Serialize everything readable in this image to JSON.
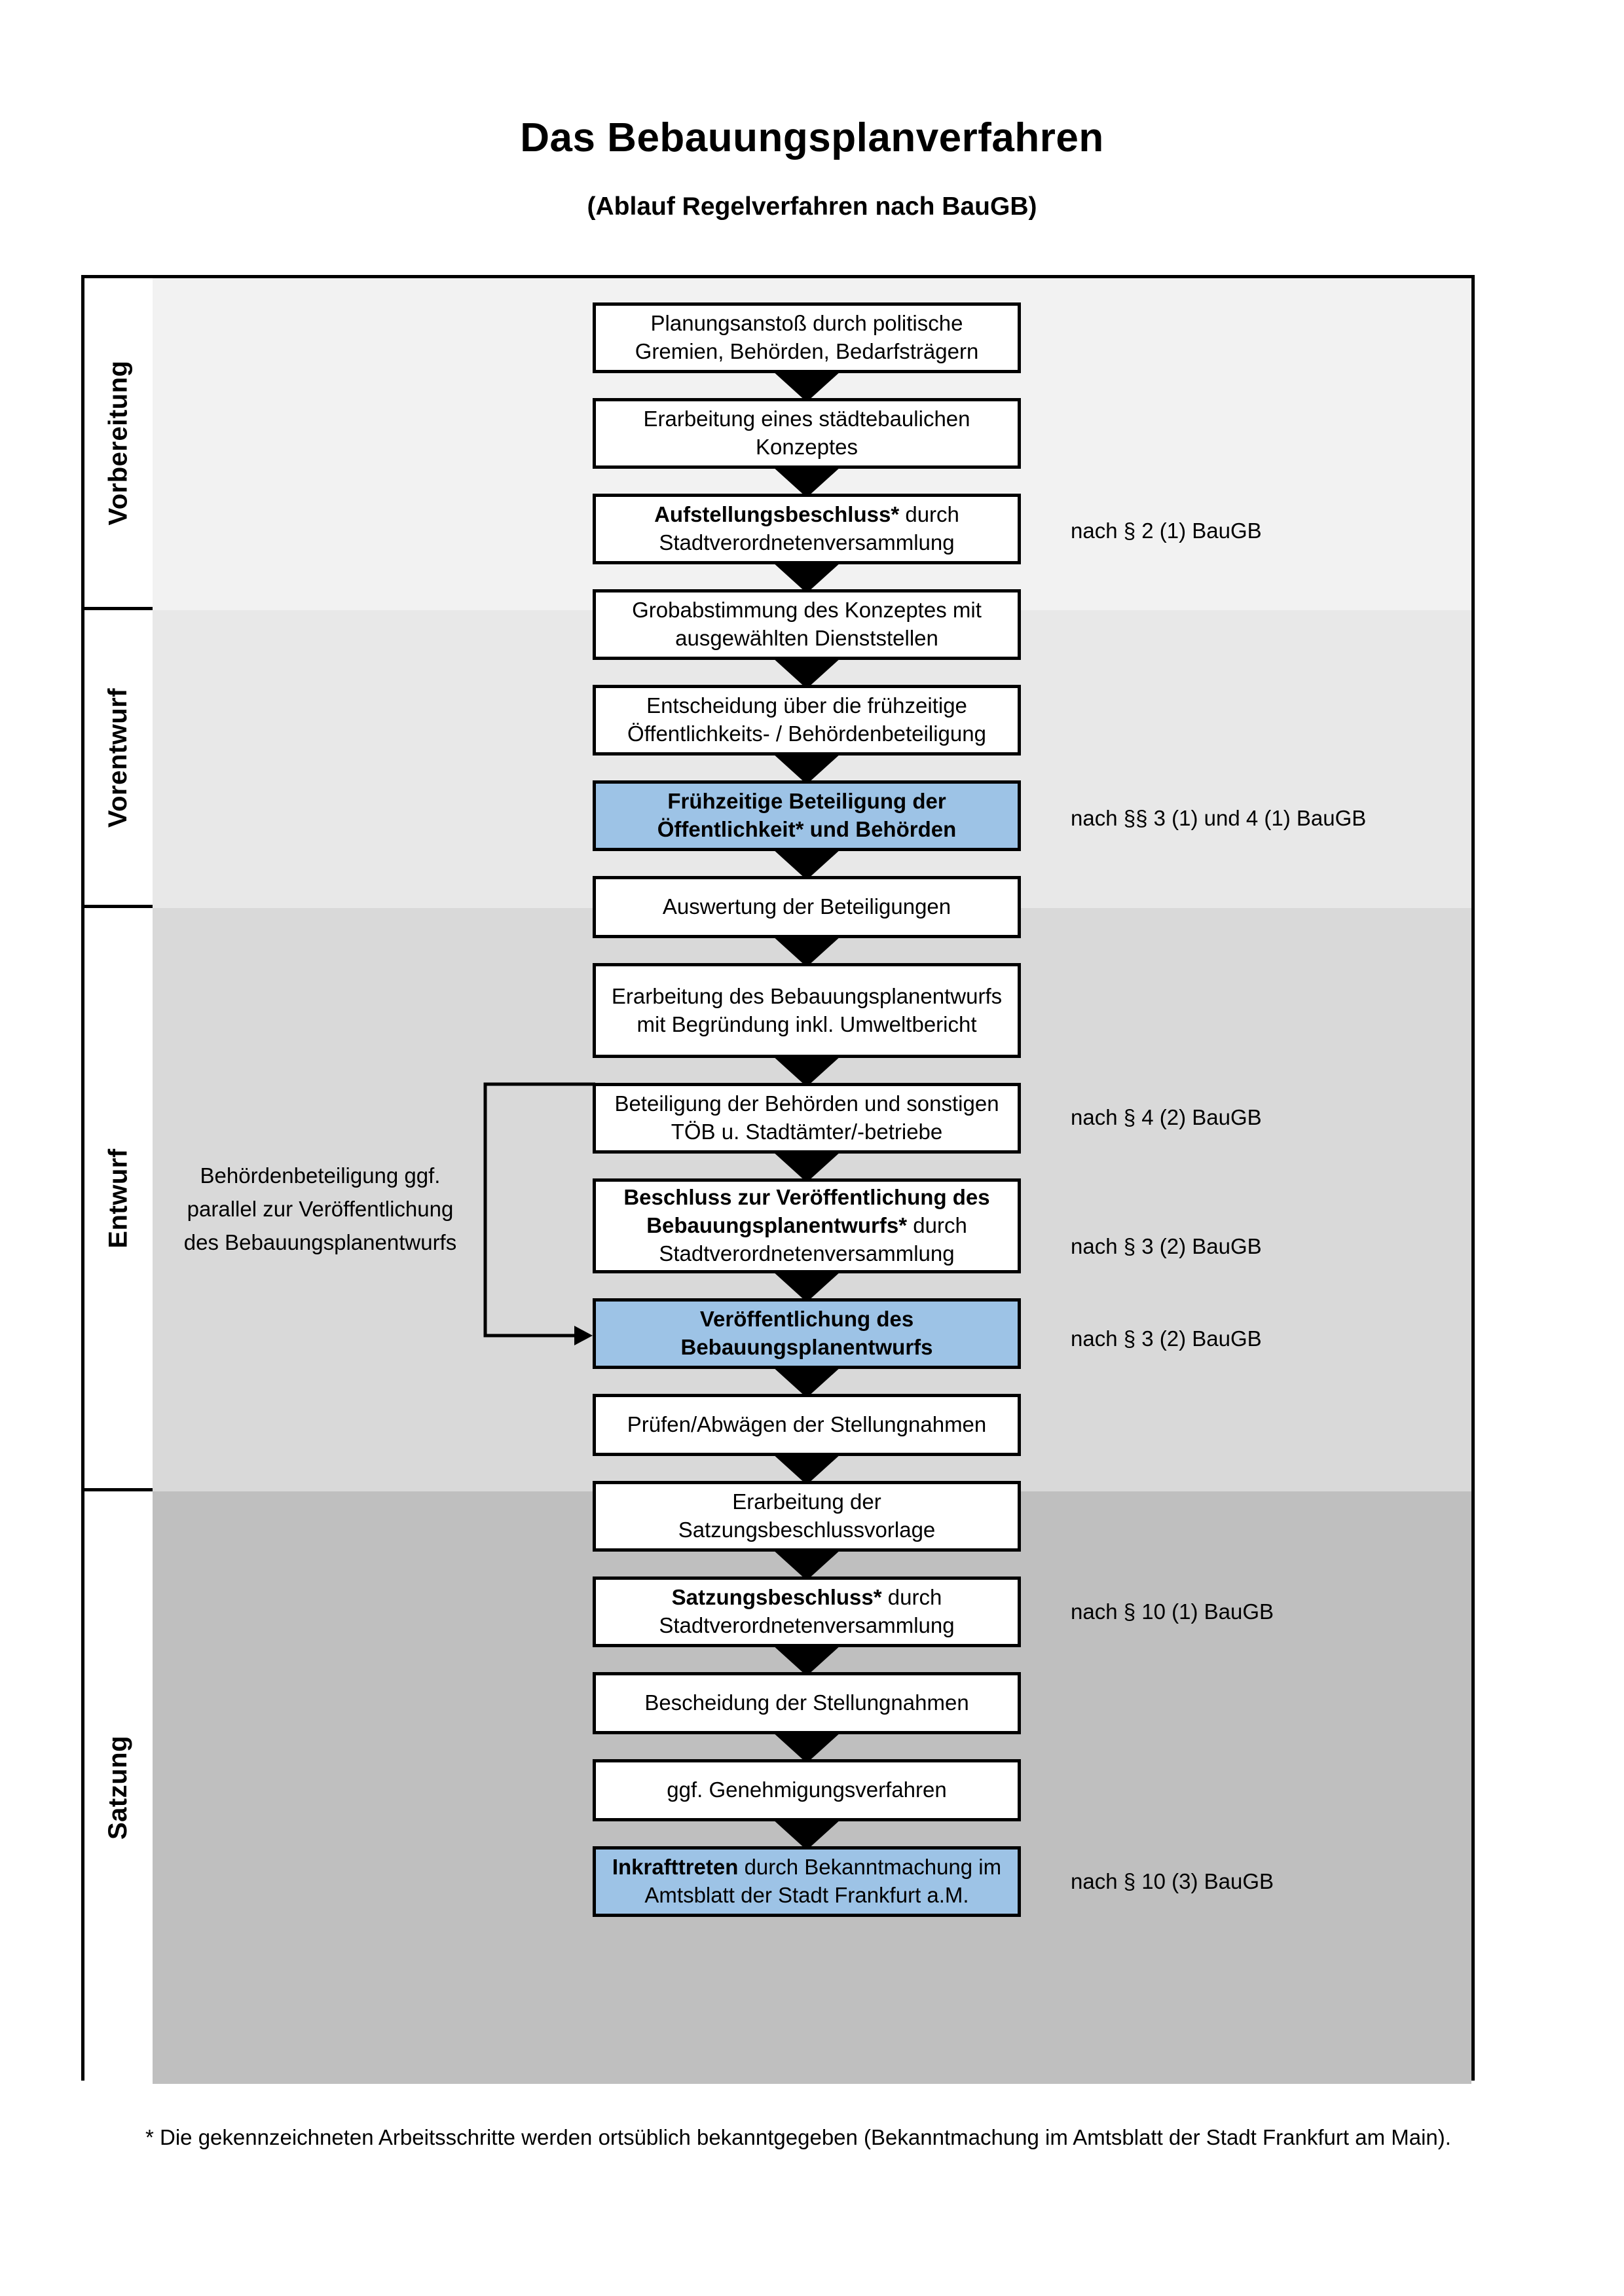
{
  "header": {
    "title": "Das Bebauungsplanverfahren",
    "subtitle": "(Ablauf Regelverfahren nach BauGB)"
  },
  "phases": [
    {
      "label": "Vorbereitung",
      "band_color": "#f2f2f2"
    },
    {
      "label": "Vorentwurf",
      "band_color": "#e8e8e8"
    },
    {
      "label": "Entwurf",
      "band_color": "#d9d9d9"
    },
    {
      "label": "Satzung",
      "band_color": "#bfbfbf"
    }
  ],
  "steps": [
    {
      "id": "planungsanstoss",
      "text": "Planungsanstoß durch politische Gremien, Behörden, Bedarfsträgern",
      "bold": "",
      "rest": "",
      "highlight": false
    },
    {
      "id": "konzept",
      "text": "Erarbeitung eines städtebaulichen Konzeptes",
      "bold": "",
      "rest": "",
      "highlight": false
    },
    {
      "id": "aufstellungsbeschluss",
      "text": "Aufstellungsbeschluss* durch Stadtverordnetenversammlung",
      "bold": "Aufstellungsbeschluss*",
      "rest": " durch Stadtverordnetenversammlung",
      "highlight": false
    },
    {
      "id": "grobabstimmung",
      "text": "Grobabstimmung des Konzeptes mit ausgewählten Dienststellen",
      "bold": "",
      "rest": "",
      "highlight": false
    },
    {
      "id": "entscheidung-fruehzeitig",
      "text": "Entscheidung über die frühzeitige Öffentlichkeits- / Behördenbeteiligung",
      "bold": "",
      "rest": "",
      "highlight": false
    },
    {
      "id": "fruehzeitige-beteiligung",
      "text": "Frühzeitige Beteiligung der Öffentlichkeit* und Behörden",
      "bold": "Frühzeitige Beteiligung der Öffentlichkeit* und Behörden",
      "rest": "",
      "highlight": true
    },
    {
      "id": "auswertung",
      "text": "Auswertung der Beteiligungen",
      "bold": "",
      "rest": "",
      "highlight": false
    },
    {
      "id": "erarbeitung-entwurf",
      "text": "Erarbeitung des Bebauungsplanentwurfs mit Begründung inkl. Umweltbericht",
      "bold": "",
      "rest": "",
      "highlight": false
    },
    {
      "id": "beteiligung-behoerden",
      "text": "Beteiligung der Behörden und sonstigen TÖB u. Stadtämter/-betriebe",
      "bold": "",
      "rest": "",
      "highlight": false
    },
    {
      "id": "beschluss-veroeffentlichung",
      "text": "Beschluss zur Veröffentlichung des Bebauungsplanentwurfs* durch Stadtverordnetenversammlung",
      "bold": "Beschluss zur Veröffentlichung des Bebauungsplanentwurfs*",
      "rest": " durch Stadtverordnetenversammlung",
      "highlight": false
    },
    {
      "id": "veroeffentlichung",
      "text": "Veröffentlichung des Bebauungsplanentwurfs",
      "bold": "Veröffentlichung des Bebauungsplanentwurfs",
      "rest": "",
      "highlight": true
    },
    {
      "id": "pruefen-abwaegen",
      "text": "Prüfen/Abwägen der Stellungnahmen",
      "bold": "",
      "rest": "",
      "highlight": false
    },
    {
      "id": "satzungsbeschlussvorlage",
      "text": "Erarbeitung der Satzungsbeschlussvorlage",
      "bold": "",
      "rest": "",
      "highlight": false
    },
    {
      "id": "satzungsbeschluss",
      "text": "Satzungsbeschluss* durch Stadtverordnetenversammlung",
      "bold": "Satzungsbeschluss*",
      "rest": " durch Stadtverordnetenversammlung",
      "highlight": false
    },
    {
      "id": "bescheidung",
      "text": "Bescheidung der Stellungnahmen",
      "bold": "",
      "rest": "",
      "highlight": false
    },
    {
      "id": "genehmigungsverfahren",
      "text": "ggf. Genehmigungsverfahren",
      "bold": "",
      "rest": "",
      "highlight": false
    },
    {
      "id": "inkrafttreten",
      "text": "Inkrafttreten durch Bekanntmachung im Amtsblatt der Stadt Frankfurt a.M.",
      "bold": "Inkrafttreten",
      "rest": " durch Bekanntmachung im Amtsblatt der Stadt Frankfurt a.M.",
      "highlight": true
    }
  ],
  "legal_refs": [
    {
      "id": "ref-par2",
      "text": "nach § 2 (1) BauGB"
    },
    {
      "id": "ref-par3-4-1",
      "text": "nach §§ 3 (1) und 4 (1) BauGB"
    },
    {
      "id": "ref-par4-2",
      "text": "nach § 4 (2) BauGB"
    },
    {
      "id": "ref-par3-2-a",
      "text": "nach § 3 (2) BauGB"
    },
    {
      "id": "ref-par3-2-b",
      "text": "nach § 3 (2) BauGB"
    },
    {
      "id": "ref-par10-1",
      "text": "nach § 10 (1) BauGB"
    },
    {
      "id": "ref-par10-3",
      "text": "nach § 10 (3) BauGB"
    }
  ],
  "sidenote": "Behördenbeteiligung ggf. parallel zur Veröffentlichung des Bebauungsplanentwurfs",
  "footnote": "* Die gekennzeichneten Arbeitsschritte werden ortsüblich bekanntgegeben (Bekanntmachung im Amtsblatt  der Stadt Frankfurt am Main).",
  "colors": {
    "highlight_fill": "#9dc3e6",
    "box_fill": "#ffffff",
    "stroke": "#000000"
  }
}
